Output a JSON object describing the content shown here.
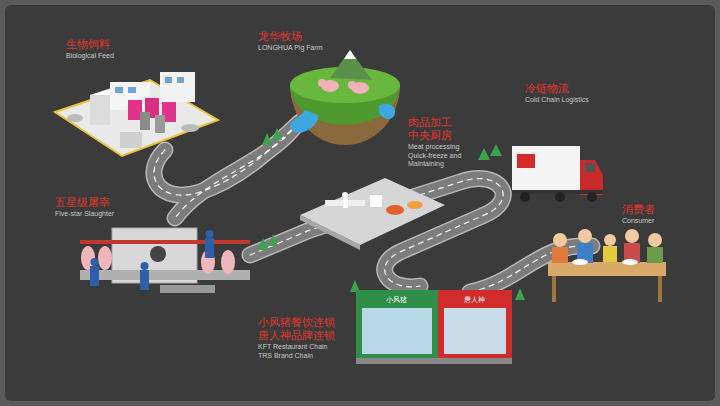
{
  "diagram": {
    "nodes": [
      {
        "text": [
          "生物饲料",
          "Biological Feed"
        ]
      },
      {
        "text": [
          "龙华牧场",
          "LONGHUA Pig Farm"
        ]
      },
      {
        "text": [
          "五星级屠宰",
          "Five-star Slaughter"
        ]
      },
      {
        "text": [
          "肉品加工 中央厨房",
          "Meat processing Quick-freeze and Maintaining"
        ]
      },
      {
        "text": [
          "冷链物流",
          "Cold Chain Logistics"
        ]
      },
      {
        "text": [
          "小风猪餐饮连锁 唐人神品牌连锁",
          "KFT Restaurant Chain TRS Brand Chain"
        ]
      },
      {
        "text": [
          "消费者",
          "Consumer"
        ]
      }
    ],
    "labels": [
      "小风猪",
      "唐人神"
    ]
  }
}
